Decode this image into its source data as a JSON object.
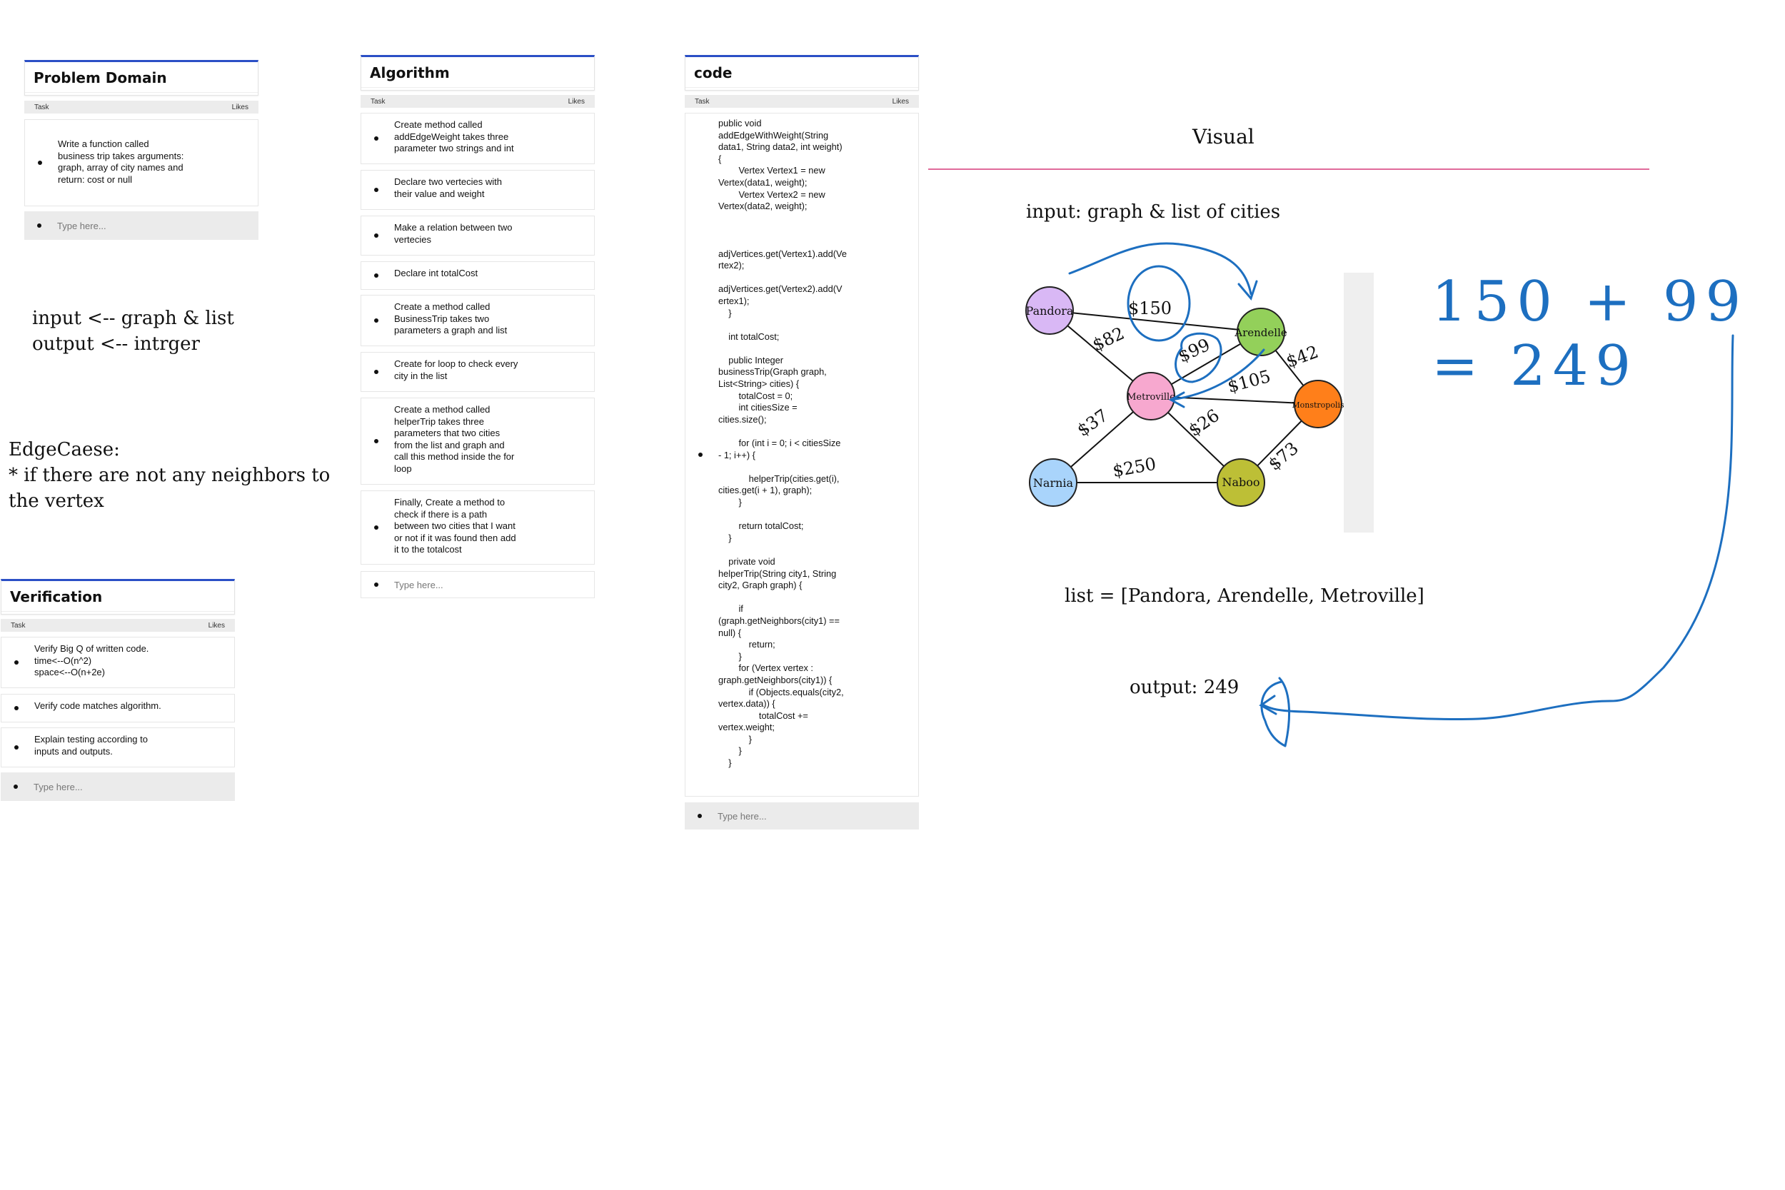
{
  "cards": {
    "problem": {
      "title": "Problem Domain",
      "col_task": "Task",
      "col_likes": "Likes",
      "items": [
        "     Write a function called\nbusiness trip takes arguments:\ngraph, array of city names and\nreturn: cost or null"
      ],
      "placeholder": "Type here..."
    },
    "algorithm": {
      "title": "Algorithm",
      "col_task": "Task",
      "col_likes": "Likes",
      "items": [
        "Create method called\naddEdgeWeight takes three\nparameter two strings and int",
        "Declare two vertecies with\ntheir value and weight",
        "Make a relation between two\nvertecies",
        "Declare int totalCost",
        "Create a method called\nBusinessTrip takes two\nparameters a graph and list",
        "Create for loop to check every\ncity in the list",
        "Create a method called\nhelperTrip takes three\nparameters that two cities\nfrom the list and graph and\ncall this method inside the for\nloop",
        "Finally, Create a method to\ncheck if there is a path\nbetween two cities that I want\nor not if it was found then add\nit to the totalcost"
      ],
      "placeholder": "Type here..."
    },
    "code": {
      "title": "code",
      "col_task": "Task",
      "col_likes": "Likes",
      "code": "public void\naddEdgeWithWeight(String\ndata1, String data2, int weight)\n{\n        Vertex Vertex1 = new\nVertex(data1, weight);\n        Vertex Vertex2 = new\nVertex(data2, weight);\n\n\n\nadjVertices.get(Vertex1).add(Ve\nrtex2);\n\nadjVertices.get(Vertex2).add(V\nertex1);\n    }\n\n    int totalCost;\n\n    public Integer\nbusinessTrip(Graph graph,\nList<String> cities) {\n        totalCost = 0;\n        int citiesSize =\ncities.size();\n\n        for (int i = 0; i < citiesSize\n- 1; i++) {\n\n            helperTrip(cities.get(i),\ncities.get(i + 1), graph);\n        }\n\n        return totalCost;\n    }\n\n    private void\nhelperTrip(String city1, String\ncity2, Graph graph) {\n\n        if\n(graph.getNeighbors(city1) ==\nnull) {\n            return;\n        }\n        for (Vertex vertex :\ngraph.getNeighbors(city1)) {\n            if (Objects.equals(city2,\nvertex.data)) {\n                totalCost +=\nvertex.weight;\n            }\n        }\n    }",
      "placeholder": "Type here..."
    },
    "verification": {
      "title": "Verification",
      "col_task": "Task",
      "col_likes": "Likes",
      "items": [
        "Verify Big Q of written code.\ntime<--O(n^2)\nspace<--O(n+2e)",
        "Verify code matches algorithm.",
        "Explain testing according to\ninputs and outputs."
      ],
      "placeholder": "Type here..."
    }
  },
  "notes": {
    "io": "input <-- graph & list\noutput <-- intrger",
    "edge": "EdgeCaese:\n* if there are not any neighbors to\nthe vertex"
  },
  "visual": {
    "title": "Visual",
    "input_label": "input: graph & list of cities",
    "list_label": "list = [Pandora, Arendelle, Metroville]",
    "output_label": "output: 249",
    "sum": "150 + 99 = 249",
    "nodes": {
      "pandora": "Pandora",
      "arendelle": "Arendelle",
      "metroville": "Metroville",
      "monstropolis": "Monstropolis",
      "narnia": "Narnia",
      "naboo": "Naboo"
    },
    "weights": {
      "pa": "$150",
      "pm": "$82",
      "am": "$99",
      "amo": "$42",
      "mmo": "$105",
      "mnr": "$37",
      "mnb": "$26",
      "nrnb": "$250",
      "nbmo": "$73"
    },
    "colors": {
      "accent": "#2b4fc6",
      "pink_line": "#e06a9a",
      "ink_blue": "#1d6fc0",
      "pandora": "#d9b8f5",
      "arendelle": "#93d05a",
      "metroville": "#f7a8cf",
      "monstropolis": "#ff7f1a",
      "narnia": "#a9d4fb",
      "naboo": "#bdbf36"
    }
  }
}
